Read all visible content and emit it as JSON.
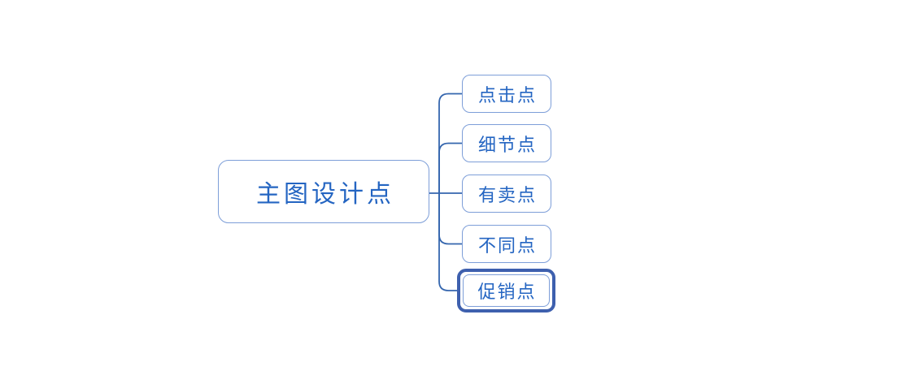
{
  "app": {
    "type": "mindmap-diagram",
    "background": "#ffffff"
  },
  "colors": {
    "node_border": "#7d9ed8",
    "node_text": "#2465c2",
    "connector_line": "#3566ae",
    "selection_border": "#3e60ae",
    "node_fill": "#ffffff"
  },
  "mindmap": {
    "root": {
      "label": "主图设计点"
    },
    "children": [
      {
        "label": "点击点",
        "selected": false
      },
      {
        "label": "细节点",
        "selected": false
      },
      {
        "label": "有卖点",
        "selected": false
      },
      {
        "label": "不同点",
        "selected": false
      },
      {
        "label": "促销点",
        "selected": true
      }
    ]
  }
}
